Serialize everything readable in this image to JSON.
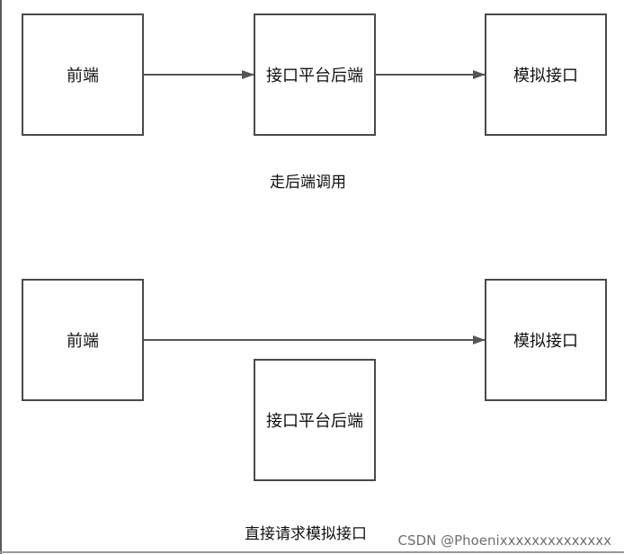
{
  "diagram_top": {
    "node_frontend": "前端",
    "node_platform_backend": "接口平台后端",
    "node_mock_api": "模拟接口",
    "caption": "走后端调用"
  },
  "diagram_bottom": {
    "node_frontend": "前端",
    "node_platform_backend": "接口平台后端",
    "node_mock_api": "模拟接口",
    "caption": "直接请求模拟接口"
  },
  "watermark": "CSDN @Phoenixxxxxxxxxxxxxx",
  "colors": {
    "box_border": "#4a4a4a",
    "arrow": "#555555",
    "text": "#111111",
    "watermark": "#6f6f6f"
  }
}
